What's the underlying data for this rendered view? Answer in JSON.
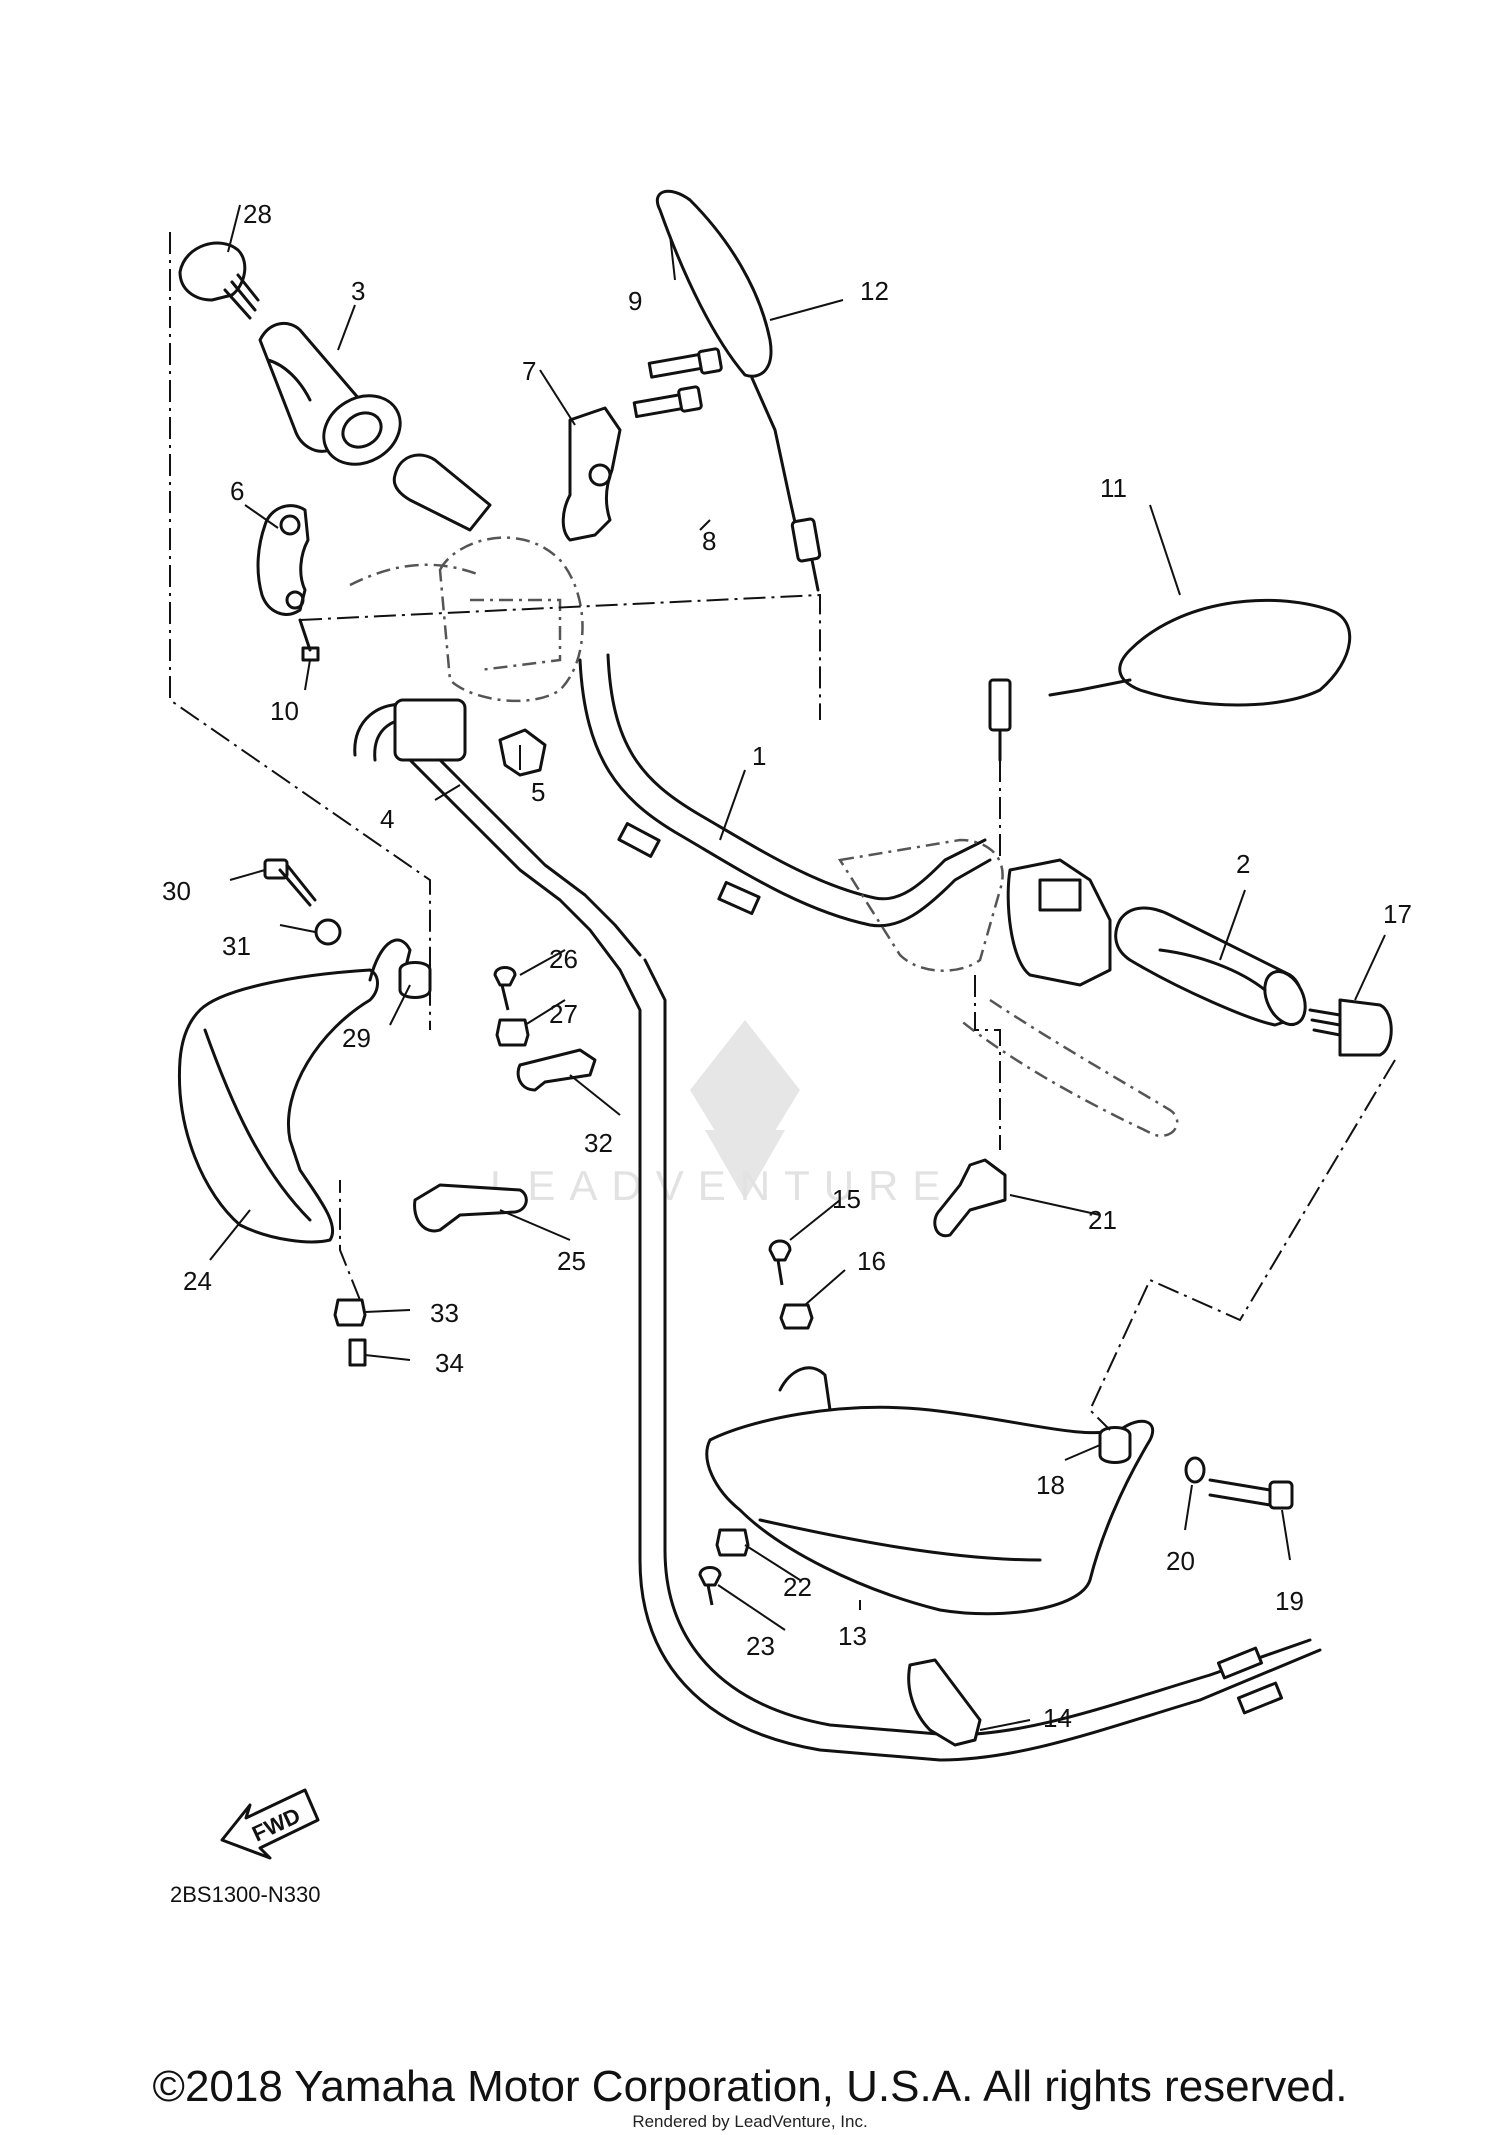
{
  "diagram": {
    "part_code": "2BS1300-N330",
    "fwd_label": "FWD",
    "watermark": "LEADVENTURE",
    "callouts": [
      "1",
      "2",
      "3",
      "4",
      "5",
      "6",
      "7",
      "8",
      "9",
      "10",
      "11",
      "12",
      "13",
      "14",
      "15",
      "16",
      "17",
      "18",
      "19",
      "20",
      "21",
      "22",
      "23",
      "24",
      "25",
      "26",
      "27",
      "28",
      "29",
      "30",
      "31",
      "32",
      "33",
      "34"
    ]
  },
  "footer": {
    "copyright": "©2018 Yamaha Motor Corporation, U.S.A. All rights reserved.",
    "rendered_by": "Rendered by LeadVenture, Inc."
  }
}
